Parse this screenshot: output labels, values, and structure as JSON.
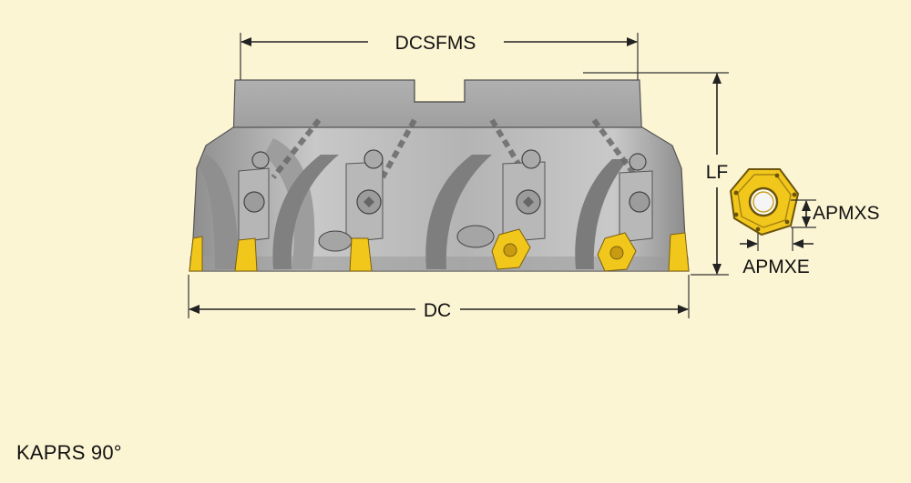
{
  "dimensions": {
    "dcsfms": "DCSFMS",
    "dc": "DC",
    "lf": "LF",
    "apmxs": "APMXS",
    "apmxe": "APMXE"
  },
  "caption": "KAPRS 90°",
  "colors": {
    "background": "#fcf5d4",
    "body_light": "#c4c4c4",
    "body_mid": "#a9a9a9",
    "body_dark": "#6f6f6f",
    "insert_yellow": "#f2c71c",
    "insert_dark": "#8a6d10"
  }
}
